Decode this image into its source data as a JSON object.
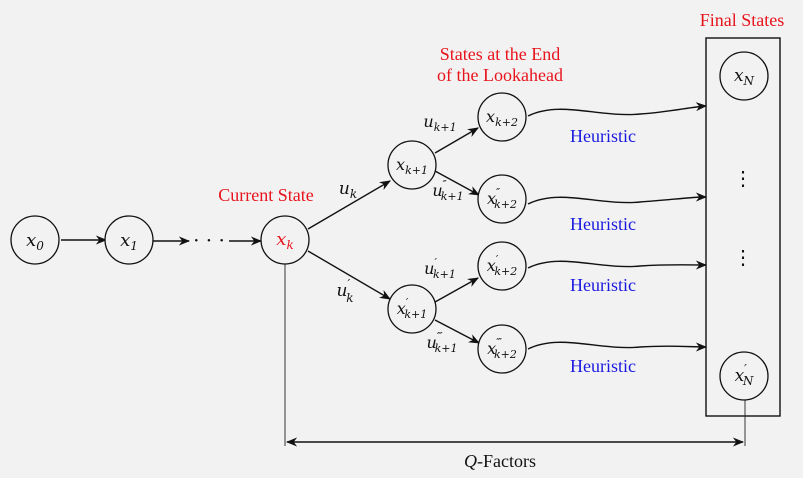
{
  "labels": {
    "final_states": "Final States",
    "lookahead_line1": "States at the End",
    "lookahead_line2": "of the Lookahead",
    "current_state": "Current State",
    "heuristic": "Heuristic",
    "qfactors_q": "Q",
    "qfactors_rest": "-Factors",
    "ellipsis_h": "· · ·",
    "ellipsis_v": "⋮"
  },
  "nodes": {
    "x0": {
      "base": "x",
      "sub": "0",
      "sup": ""
    },
    "x1": {
      "base": "x",
      "sub": "1",
      "sup": ""
    },
    "xk": {
      "base": "x",
      "sub": "k",
      "sup": ""
    },
    "xk1": {
      "base": "x",
      "sub": "k+1",
      "sup": ""
    },
    "xk1p": {
      "base": "x",
      "sub": "k+1",
      "sup": "′"
    },
    "xk2": {
      "base": "x",
      "sub": "k+2",
      "sup": ""
    },
    "xk2pp": {
      "base": "x",
      "sub": "k+2",
      "sup": "″"
    },
    "xk2p": {
      "base": "x",
      "sub": "k+2",
      "sup": "′"
    },
    "xk2ppp": {
      "base": "x",
      "sub": "k+2",
      "sup": "‴"
    },
    "xN": {
      "base": "x",
      "sub": "N",
      "sup": ""
    },
    "xNp": {
      "base": "x",
      "sub": "N",
      "sup": "′"
    }
  },
  "edges": {
    "uk": {
      "base": "u",
      "sub": "k",
      "sup": ""
    },
    "ukp": {
      "base": "u",
      "sub": "k",
      "sup": "′"
    },
    "uk1": {
      "base": "u",
      "sub": "k+1",
      "sup": ""
    },
    "uk1pp": {
      "base": "u",
      "sub": "k+1",
      "sup": "″"
    },
    "uk1p": {
      "base": "u",
      "sub": "k+1",
      "sup": "′"
    },
    "uk1ppp": {
      "base": "u",
      "sub": "k+1",
      "sup": "‴"
    }
  },
  "colors": {
    "red": "#e8141c",
    "blue": "#1a1adf",
    "background": "#f2f2f2"
  }
}
